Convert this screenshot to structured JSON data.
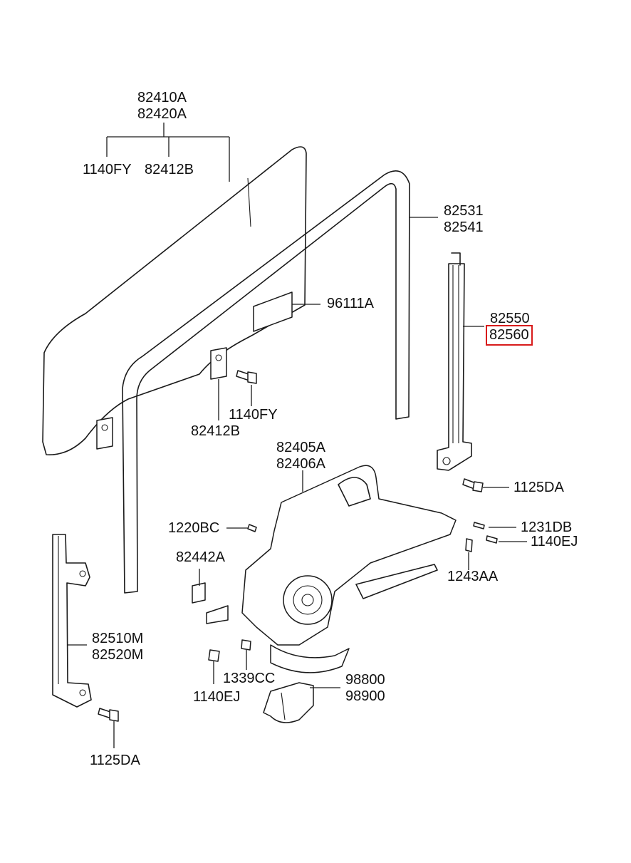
{
  "labels": {
    "glass_top": {
      "line1": "82410A",
      "line2": "82420A"
    },
    "bolt_1140fy_top": "1140FY",
    "holder_82412b_top": "82412B",
    "channel_rear": {
      "line1": "82531",
      "line2": "82541"
    },
    "label_96111a": "96111A",
    "channel_upper": {
      "line1": "82550",
      "line2": "82560"
    },
    "bolt_1140fy_mid": "1140FY",
    "holder_82412b_mid": "82412B",
    "regulator": {
      "line1": "82405A",
      "line2": "82406A"
    },
    "bolt_1125da_right": "1125DA",
    "clip_1220bc": "1220BC",
    "bolt_1231db": "1231DB",
    "bolt_1140ej_right": "1140EJ",
    "pad_82442a": "82442A",
    "screw_1243aa": "1243AA",
    "channel_lower": {
      "line1": "82510M",
      "line2": "82520M"
    },
    "nut_1339cc": "1339CC",
    "motor": {
      "line1": "98800",
      "line2": "98900"
    },
    "bolt_1140ej_bottom": "1140EJ",
    "bolt_1125da_bottom": "1125DA"
  },
  "highlight": {
    "part": "82560",
    "color": "#d81b1b"
  }
}
